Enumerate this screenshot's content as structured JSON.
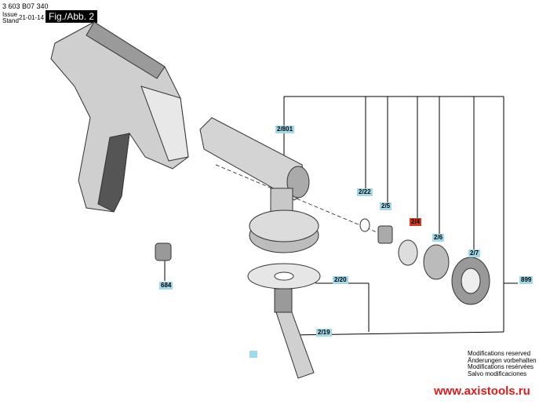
{
  "header": {
    "part_number": "3 603 B07 340",
    "issue_label": "Issue",
    "stand_label": "Stand",
    "date": "21-01-14",
    "figure": "Fig./Abb. 2"
  },
  "callouts": [
    {
      "id": "2/801",
      "highlight": false
    },
    {
      "id": "2/22",
      "highlight": false
    },
    {
      "id": "2/5",
      "highlight": false
    },
    {
      "id": "2/4",
      "highlight": true
    },
    {
      "id": "2/6",
      "highlight": false
    },
    {
      "id": "2/7",
      "highlight": false
    },
    {
      "id": "899",
      "highlight": false
    },
    {
      "id": "2/20",
      "highlight": false
    },
    {
      "id": "2/19",
      "highlight": false
    },
    {
      "id": "684",
      "highlight": false
    }
  ],
  "footer": {
    "modifications": [
      "Modifications reserved",
      "Änderungen vorbehalten",
      "Modifications resérvées",
      "Salvo modificaciones"
    ],
    "url": "www.axistools.ru"
  },
  "colors": {
    "callout": "#9fd9ea",
    "callout_highlight": "#d23a1a",
    "url": "#e01b1b"
  }
}
